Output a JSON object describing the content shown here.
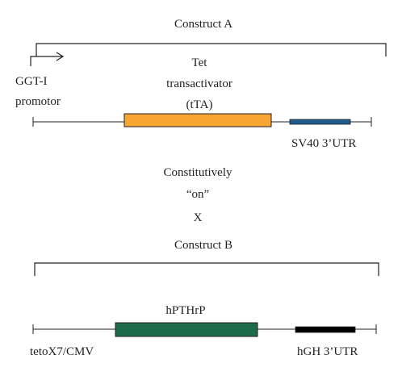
{
  "construct_a": {
    "title": "Construct A",
    "promoter_line1": "GGT-I",
    "promoter_line2": "promotor",
    "gene_line1": "Tet",
    "gene_line2": "transactivator",
    "gene_line3": "(tTA)",
    "utr": "SV40 3’UTR",
    "gene_color": "#f7a533",
    "utr_color": "#1f5b8c"
  },
  "middle": {
    "line1": "Constitutively",
    "line2": "“on”",
    "line3": "X"
  },
  "construct_b": {
    "title": "Construct B",
    "gene": "hPTHrP",
    "promoter": "tetoX7/CMV",
    "utr": "hGH 3’UTR",
    "gene_color": "#1e6b4a",
    "utr_color": "#000000"
  }
}
